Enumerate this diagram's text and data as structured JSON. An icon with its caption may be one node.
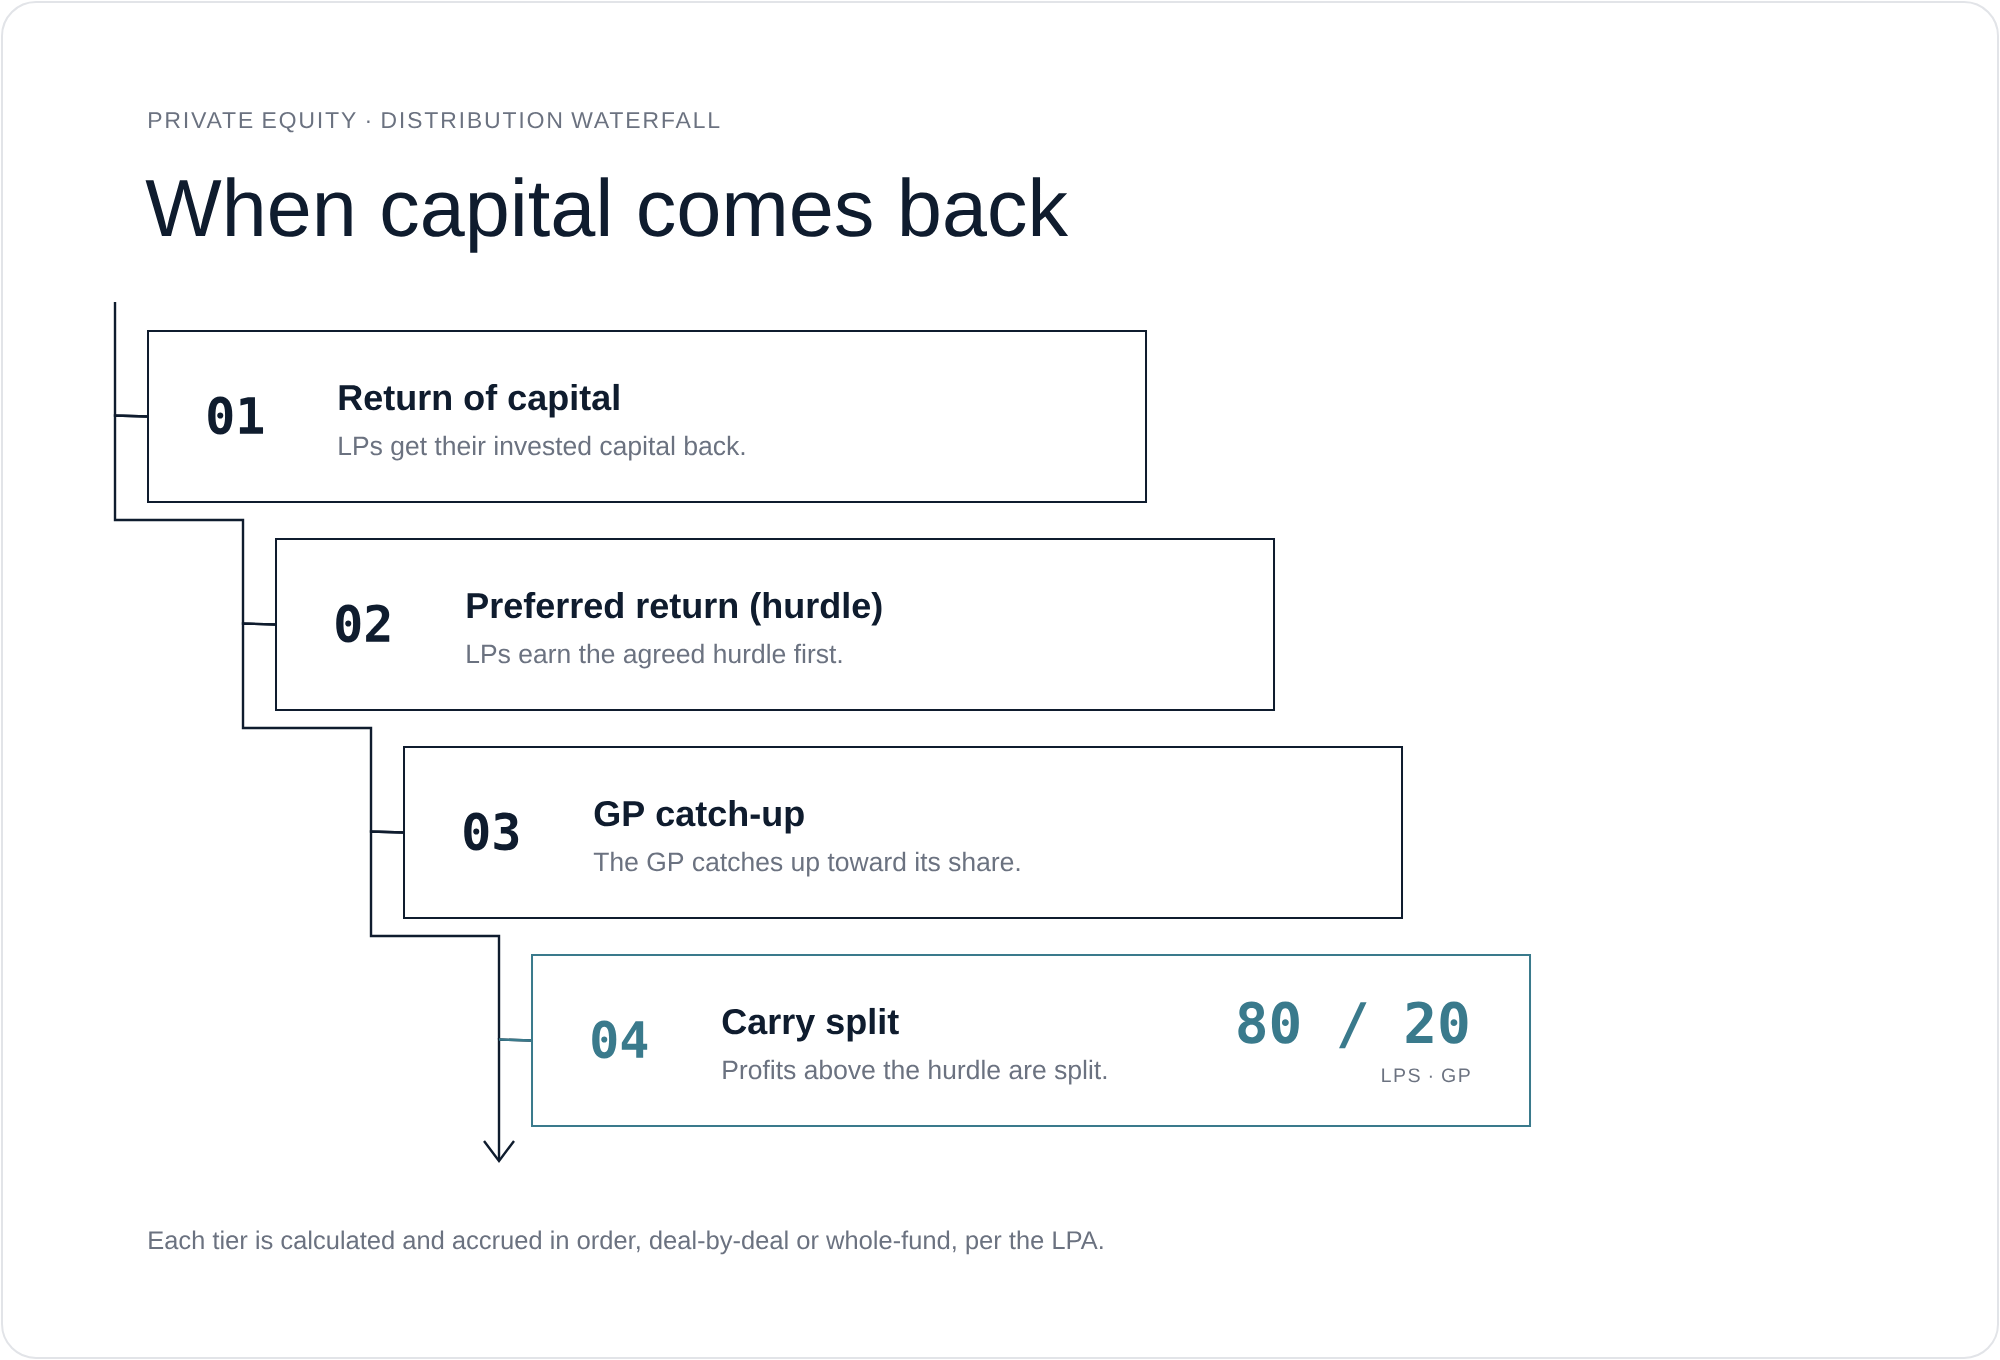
{
  "diagram": {
    "title": "When capital comes back",
    "caption": "Each tier is calculated and accrued in order, deal-by-deal or whole-fund, per the LPA.",
    "labels": [
      "PRIVATE EQUITY · DISTRIBUTION WATERFALL"
    ],
    "nodes": [
      {
        "text": [
          "01",
          "Return of capital",
          "LPs get their invested capital back."
        ]
      },
      {
        "text": [
          "02",
          "Preferred return (hurdle)",
          "LPs earn the agreed hurdle first."
        ]
      },
      {
        "text": [
          "03",
          "GP catch-up",
          "The GP catches up toward its share."
        ]
      },
      {
        "text": [
          "04",
          "Carry split",
          "Profits above the hurdle are split.",
          "80 / 20",
          "LPS · GP"
        ]
      }
    ],
    "edges": [
      {
        "from": null,
        "to": 0,
        "arrow": "none"
      },
      {
        "from": 0,
        "to": 1,
        "arrow": "none"
      },
      {
        "from": 1,
        "to": 2,
        "arrow": "none"
      },
      {
        "from": 2,
        "to": 3,
        "arrow": "none"
      },
      {
        "from": 3,
        "to": null,
        "arrow": "to"
      }
    ]
  }
}
